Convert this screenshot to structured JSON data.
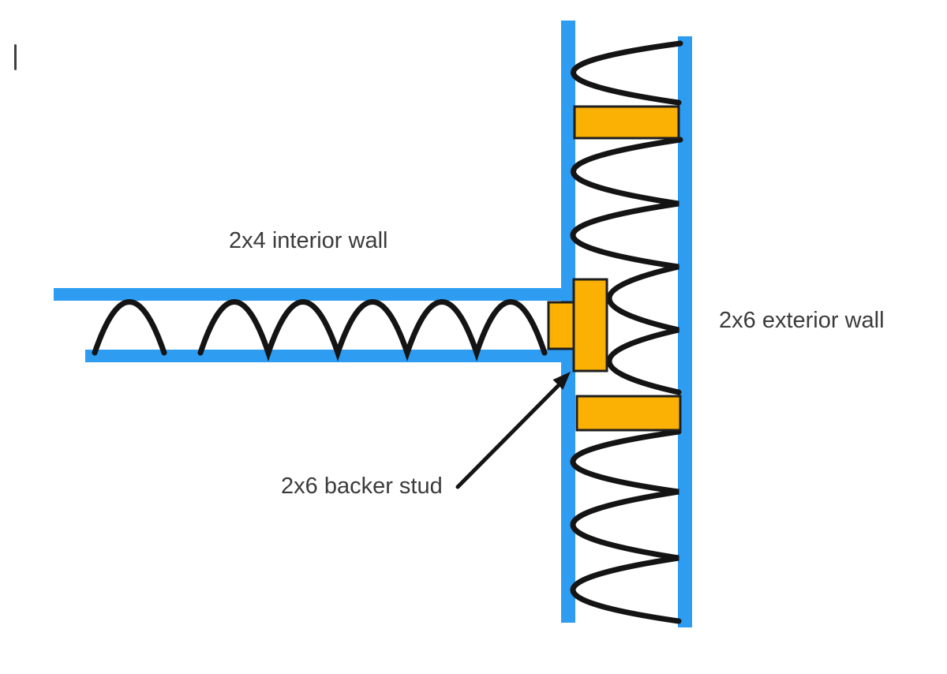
{
  "diagram": {
    "labels": {
      "interior_wall": "2x4 interior wall",
      "exterior_wall": "2x6 exterior wall",
      "backer_stud": "2x6 backer stud"
    },
    "colors": {
      "background": "#FFFFFF",
      "sheathing": "#2D9CF1",
      "lumber": "#FBB104",
      "lumber_border": "#1E1E1E",
      "insulation": "#141414",
      "arrow": "#141414",
      "label_text": "#3B3B3B",
      "cursor": "#3F3F3F"
    }
  }
}
